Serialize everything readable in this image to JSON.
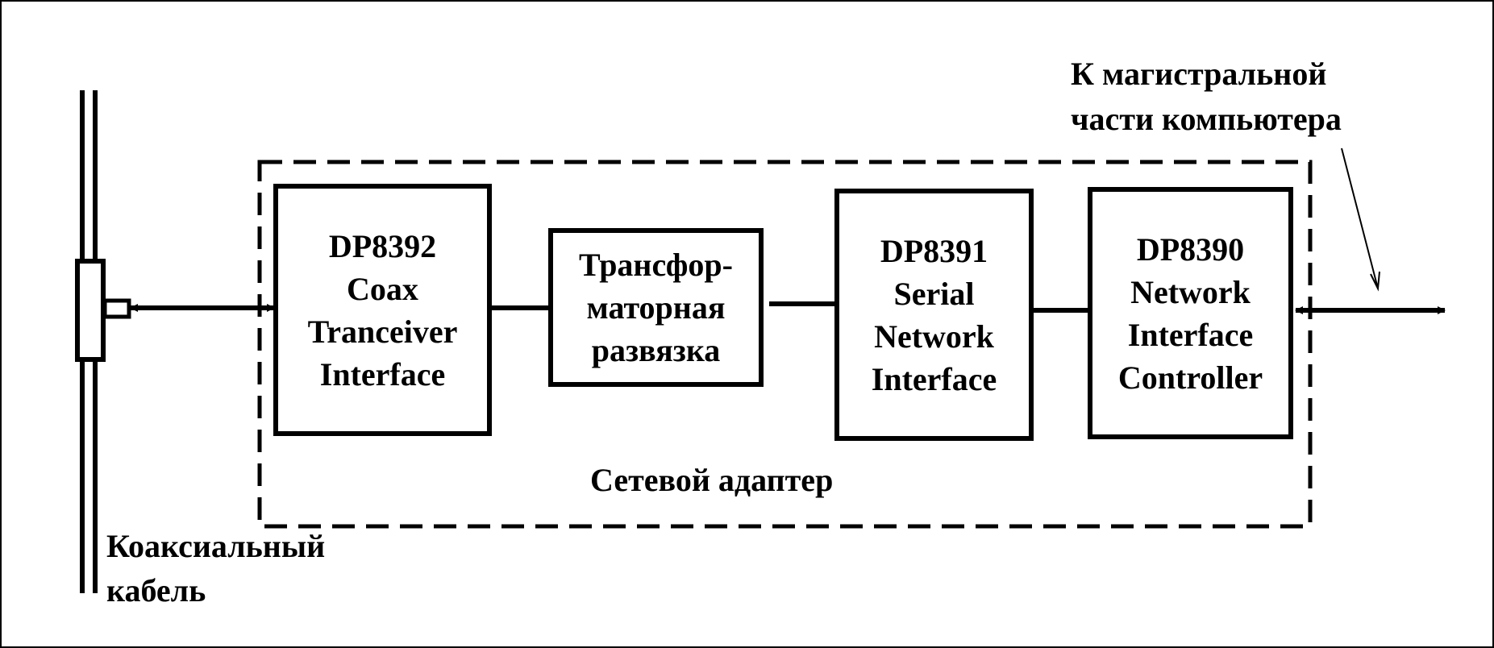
{
  "diagram": {
    "adapter_label": "Сетевой адаптер",
    "cable_label": [
      "Коаксиальный",
      "кабель"
    ],
    "bus_label": [
      "К магистральной",
      "части компьютера"
    ],
    "blocks": [
      {
        "id": "dp8392",
        "lines": [
          "DP8392",
          "Coax",
          "Tranceiver",
          "Interface"
        ]
      },
      {
        "id": "transformer",
        "lines": [
          "Трансфор-",
          "маторная",
          "развязка"
        ]
      },
      {
        "id": "dp8391",
        "lines": [
          "DP8391",
          "Serial",
          "Network",
          "Interface"
        ]
      },
      {
        "id": "dp8390",
        "lines": [
          "DP8390",
          "Network",
          "Interface",
          "Controller"
        ]
      }
    ],
    "line_color": "#000000",
    "background_color": "#ffffff"
  }
}
